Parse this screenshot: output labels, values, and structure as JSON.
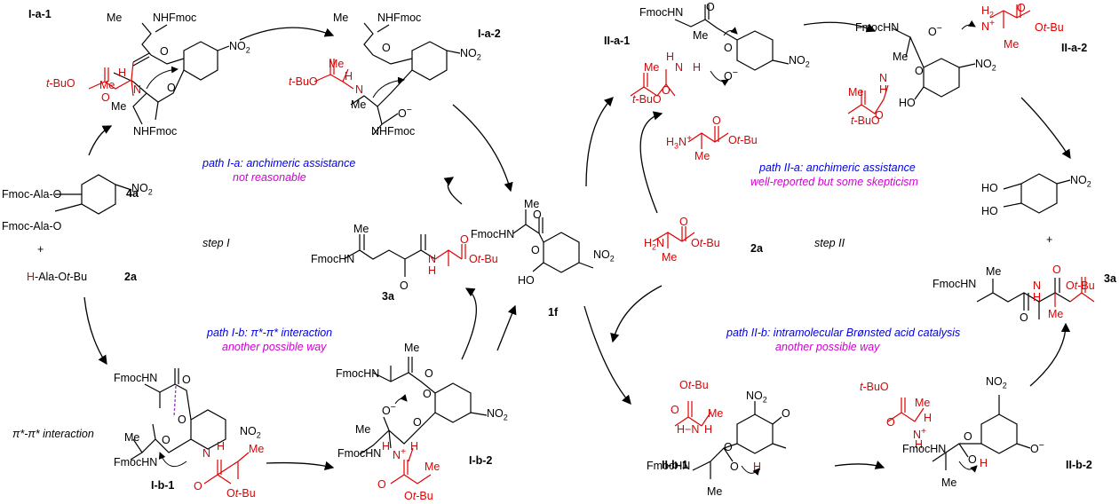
{
  "compound_labels": {
    "Ia1": "I-a-1",
    "Ia2": "I-a-2",
    "IIa1": "II-a-1",
    "IIa2": "II-a-2",
    "Ib1": "I-b-1",
    "Ib2": "I-b-2",
    "IIb1": "II-b-1",
    "IIb2": "II-b-2",
    "c4a": "4a",
    "c2a_left": "2a",
    "c2a_mid": "2a",
    "c3a_left": "3a",
    "c3a_right": "3a",
    "c1f": "1f"
  },
  "groups": {
    "fmoc_nh": "FmocHN",
    "nhfmoc": "NHFmoc",
    "me": "Me",
    "tbu_o": "t-BuO",
    "o_tbu": "Ot-Bu",
    "no2": "NO2",
    "ho": "HO",
    "h2n": "H2N",
    "h3n": "H3N",
    "o": "O",
    "n": "N",
    "h": "H",
    "plus": "+",
    "minus": "−"
  },
  "reactants": {
    "fmoc_ala_o_1": "Fmoc-Ala-O",
    "fmoc_ala_o_2": "Fmoc-Ala-O",
    "plus": "+",
    "h_ala_otbu_h": "H",
    "h_ala_otbu_rest": "-Ala-Ot-Bu",
    "plus_right": "+"
  },
  "steps": {
    "step1": "step I",
    "step2": "step II"
  },
  "paths": {
    "Ia": {
      "title": "path I-a: anchimeric assistance",
      "note": "not reasonable"
    },
    "IIa": {
      "title": "path II-a: anchimeric assistance",
      "note": "well-reported but some skepticism"
    },
    "Ib": {
      "title": "path I-b: π*-π* interaction",
      "note": "another possible way"
    },
    "IIb": {
      "title": "path II-b: intramolecular Brønsted acid catalysis",
      "note": "another possible way"
    }
  },
  "side_note": "π*-π* interaction",
  "colors": {
    "red": "#e00000",
    "blue": "#0000e0",
    "magenta": "#d000d0",
    "black": "#000000",
    "purple": "#a040c0"
  }
}
